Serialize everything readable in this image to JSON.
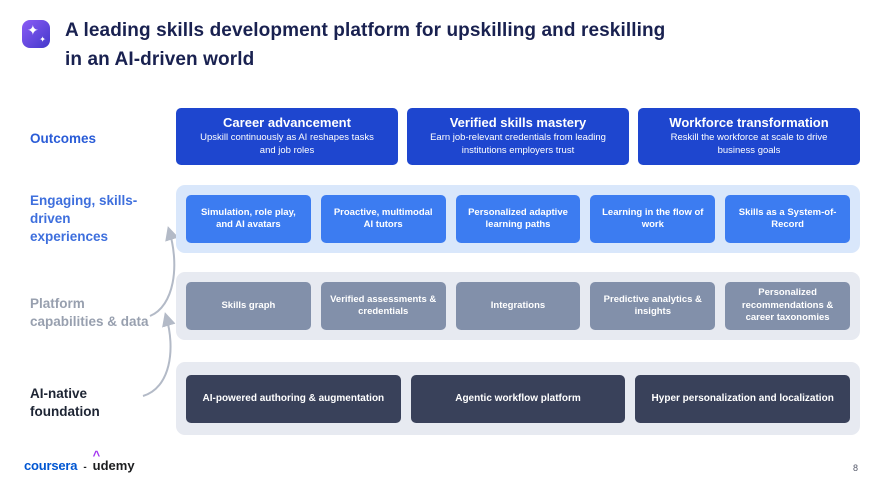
{
  "header": {
    "title_line1": "A leading skills development platform for upskilling and reskilling",
    "title_line2": "in an AI-driven world"
  },
  "labels": {
    "outcomes": "Outcomes",
    "experiences": "Engaging, skills-driven experiences",
    "capabilities": "Platform capabilities & data",
    "foundation": "AI-native foundation"
  },
  "outcomes": {
    "cards": [
      {
        "title": "Career advancement",
        "subtitle": "Upskill continuously as AI reshapes tasks and job roles"
      },
      {
        "title": "Verified skills mastery",
        "subtitle": "Earn job-relevant credentials from leading institutions employers trust"
      },
      {
        "title": "Workforce transformation",
        "subtitle": "Reskill the workforce at scale to drive business goals"
      }
    ]
  },
  "experiences": {
    "items": [
      "Simulation, role play, and AI avatars",
      "Proactive, multimodal AI tutors",
      "Personalized adaptive learning paths",
      "Learning in the flow of work",
      "Skills as a System-of-Record"
    ]
  },
  "capabilities": {
    "items": [
      "Skills graph",
      "Verified assessments & credentials",
      "Integrations",
      "Predictive analytics & insights",
      "Personalized recommendations & career taxonomies"
    ]
  },
  "foundation": {
    "items": [
      "AI-powered authoring & augmentation",
      "Agentic workflow platform",
      "Hyper personalization and localization"
    ]
  },
  "icons": {
    "sparkle": "✦",
    "sparkle_small": "✦",
    "udemy_caret": "^"
  },
  "footer": {
    "coursera": "coursera",
    "separator": "-",
    "udemy": "udemy",
    "page_number": "8"
  },
  "colors": {
    "outcome_blue": "#1e46cf",
    "experience_blue": "#3c7cf1",
    "experience_band": "#d9e7fb",
    "capability_gray": "#8290aa",
    "band_gray": "#e7eaf1",
    "foundation_dark": "#39415a",
    "title_navy": "#192150",
    "label_blue": "#2a5cd7",
    "label_gray": "#98a0af",
    "coursera_blue": "#0056d2",
    "udemy_purple": "#a435f0",
    "arrow_gray": "#b3bac7"
  }
}
